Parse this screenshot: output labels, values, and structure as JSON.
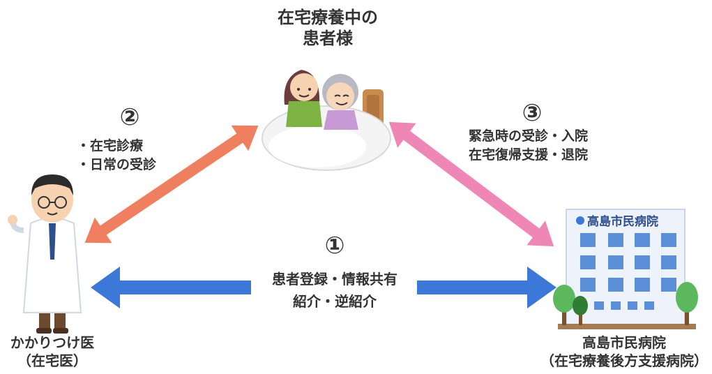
{
  "patient": {
    "line1": "在宅療養中の",
    "line2": "患者様"
  },
  "link2": {
    "number": "②",
    "items": [
      "・在宅診療",
      "・日常の受診"
    ]
  },
  "link3": {
    "number": "③",
    "line1": "緊急時の受診・入院",
    "line2": "在宅復帰支援・退院"
  },
  "link1": {
    "number": "①",
    "line1": "患者登録・情報共有",
    "line2": "紹介・逆紹介"
  },
  "doctor": {
    "line1": "かかりつけ医",
    "line2": "（在宅医）"
  },
  "hospital": {
    "sign": "高島市民病院",
    "line1": "高島市民病院",
    "line2": "（在宅療養後方支援病院）"
  },
  "colors": {
    "arrow_blue": "#3b78d8",
    "arrow_orange": "#ef7f5e",
    "arrow_pink": "#ef87b6",
    "building": "#eef3fb",
    "window": "#5b8fd8"
  },
  "icons": {
    "patient": "patient-in-bed-icon",
    "doctor": "doctor-icon",
    "hospital": "hospital-building-icon"
  }
}
